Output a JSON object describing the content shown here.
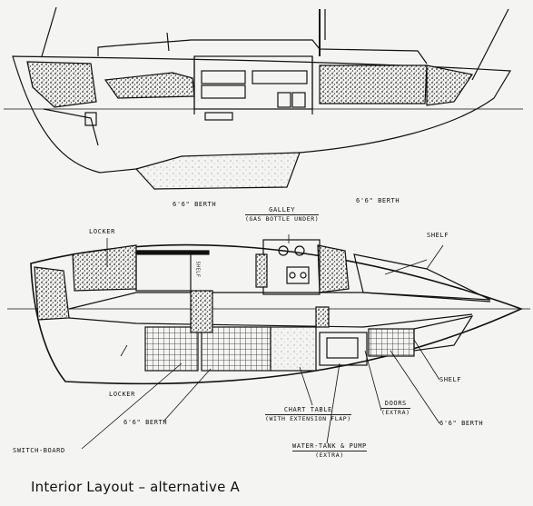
{
  "labels": {
    "berth_top_left": "6'6\" BERTH",
    "berth_top_right": "6'6\" BERTH",
    "galley": "GALLEY",
    "galley_note": "(GAS BOTTLE UNDER)",
    "locker_top": "LOCKER",
    "shelf_top": "SHELF",
    "shelf_mark": "SHELF",
    "locker_bottom": "LOCKER",
    "shelf_bottom": "SHELF",
    "chart_table": "CHART TABLE",
    "chart_table_note": "(WITH EXTENSION FLAP)",
    "doors": "DOORS",
    "doors_note": "(EXTRA)",
    "berth_bottom_left": "6'6\" BERTH",
    "berth_bottom_right": "6'6\" BERTH",
    "switch_board": "SWITCH-BOARD",
    "water_tank": "WATER-TANK & PUMP",
    "water_tank_note": "(EXTRA)"
  },
  "caption": "Interior Layout – alternative A",
  "colors": {
    "ink": "#111111",
    "paper": "#f4f4f2",
    "stipple": "#3a3a3a"
  }
}
